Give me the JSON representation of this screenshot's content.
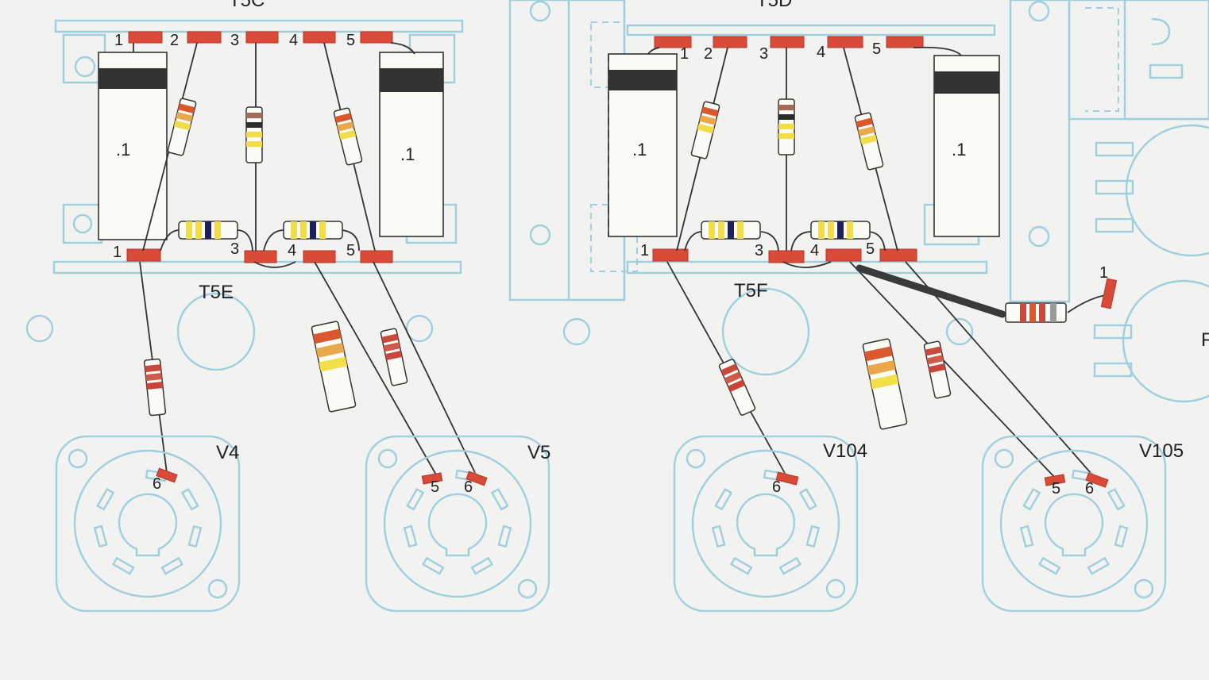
{
  "title": "Wiring diagram – terminal strips T5C/T5D/T5E/T5F to tube sockets",
  "colors": {
    "tab": "#d94a38",
    "wire": "#333333",
    "faint": "#9fcfdc",
    "capacitor_band": "#333333"
  },
  "strips": {
    "t5c": {
      "label": "T5C",
      "pins": [
        "1",
        "2",
        "3",
        "4",
        "5"
      ]
    },
    "t5d": {
      "label": "T5D",
      "pins": [
        "1",
        "2",
        "3",
        "4",
        "5"
      ]
    },
    "t5e": {
      "label": "T5E",
      "pins": [
        "1",
        "3",
        "4",
        "5"
      ]
    },
    "t5f": {
      "label": "T5F",
      "pins": [
        "1",
        "3",
        "4",
        "5"
      ]
    }
  },
  "capacitors": {
    "value": ".1"
  },
  "sockets": [
    {
      "label": "V4",
      "pins": [
        "6"
      ]
    },
    {
      "label": "V5",
      "pins": [
        "5",
        "6"
      ]
    },
    {
      "label": "V104",
      "pins": [
        "6"
      ]
    },
    {
      "label": "V105",
      "pins": [
        "5",
        "6"
      ]
    }
  ],
  "side_terminal": {
    "label": "1"
  },
  "edge_glyph": "F"
}
